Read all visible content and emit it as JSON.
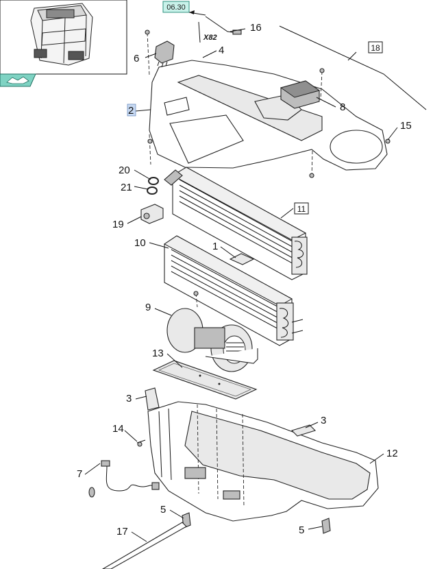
{
  "reference_badge": "06.30",
  "connector_code": "X82",
  "callouts": {
    "c1": "1",
    "c2": "2",
    "c3a": "3",
    "c3b": "3",
    "c4": "4",
    "c5a": "5",
    "c5b": "5",
    "c6": "6",
    "c7": "7",
    "c8": "8",
    "c9": "9",
    "c10": "10",
    "c11": "11",
    "c12": "12",
    "c13": "13",
    "c14": "14",
    "c15": "15",
    "c16": "16",
    "c17": "17",
    "c18": "18",
    "c19": "19",
    "c20": "20",
    "c21": "21"
  },
  "colors": {
    "badge_fill": "#c9f2ea",
    "badge_border": "#2a8f7c",
    "nav_icon_fill": "#7fd3c3",
    "highlight_fill": "#c7d9f2"
  }
}
